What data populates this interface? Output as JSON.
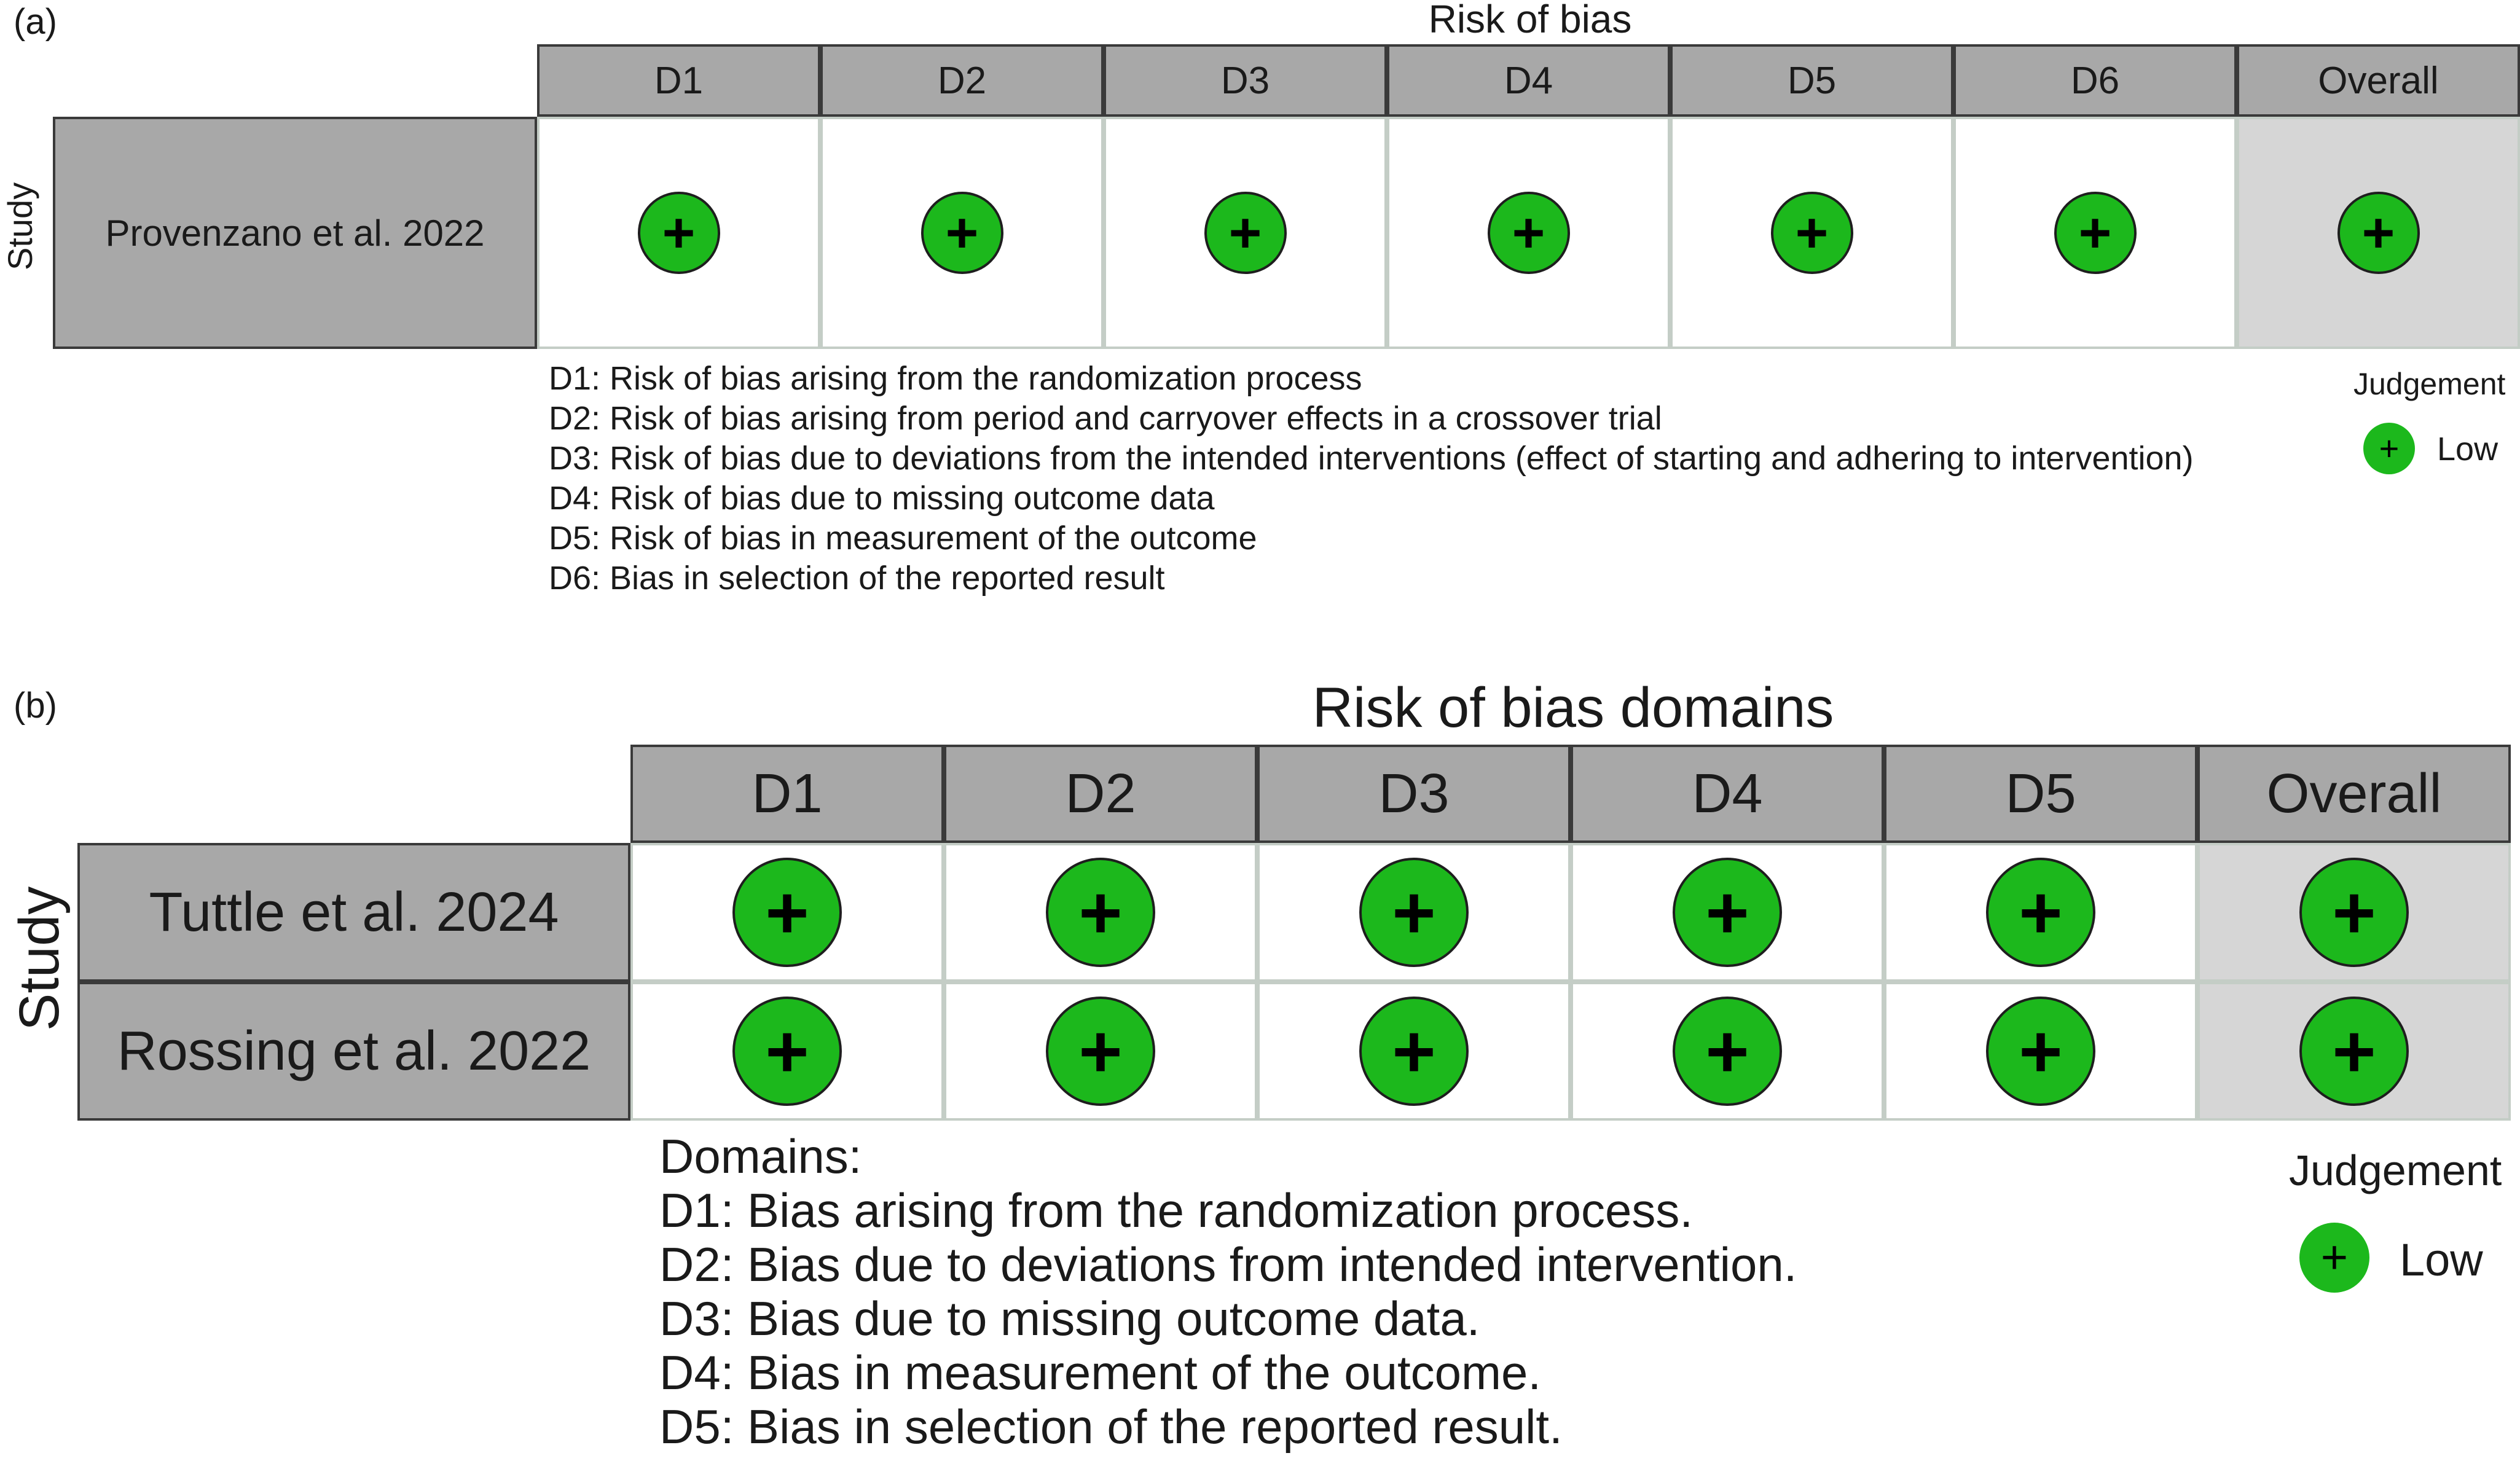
{
  "panel_a": {
    "label": "(a)",
    "title": "Risk of bias",
    "study_axis_label": "Study",
    "columns": [
      "D1",
      "D2",
      "D3",
      "D4",
      "D5",
      "D6",
      "Overall"
    ],
    "studies": [
      {
        "name": "Provenzano et al. 2022",
        "judgements": [
          "+",
          "+",
          "+",
          "+",
          "+",
          "+",
          "+"
        ]
      }
    ],
    "domain_descriptions": [
      "D1: Risk of bias arising from the randomization process",
      "D2: Risk of bias arising from period and carryover effects in a crossover trial",
      "D3: Risk of bias due to deviations from the intended interventions (effect of starting and adhering to intervention)",
      "D4: Risk of bias due to missing outcome data",
      "D5: Risk of bias in measurement of the outcome",
      "D6: Bias in selection of the reported result"
    ],
    "legend": {
      "title": "Judgement",
      "symbol": "+",
      "label": "Low",
      "color": "#1cb81c"
    }
  },
  "panel_b": {
    "label": "(b)",
    "title": "Risk of bias domains",
    "study_axis_label": "Study",
    "columns": [
      "D1",
      "D2",
      "D3",
      "D4",
      "D5",
      "Overall"
    ],
    "studies": [
      {
        "name": "Tuttle et al. 2024",
        "judgements": [
          "+",
          "+",
          "+",
          "+",
          "+",
          "+"
        ]
      },
      {
        "name": "Rossing et al. 2022",
        "judgements": [
          "+",
          "+",
          "+",
          "+",
          "+",
          "+"
        ]
      }
    ],
    "domains_heading": "Domains:",
    "domain_descriptions": [
      "D1: Bias arising from the randomization process.",
      "D2: Bias due to deviations from intended intervention.",
      "D3: Bias due to missing outcome data.",
      "D4: Bias in measurement of the outcome.",
      "D5: Bias in selection of the reported result."
    ],
    "legend": {
      "title": "Judgement",
      "symbol": "+",
      "label": "Low",
      "color": "#1cb81c"
    }
  }
}
